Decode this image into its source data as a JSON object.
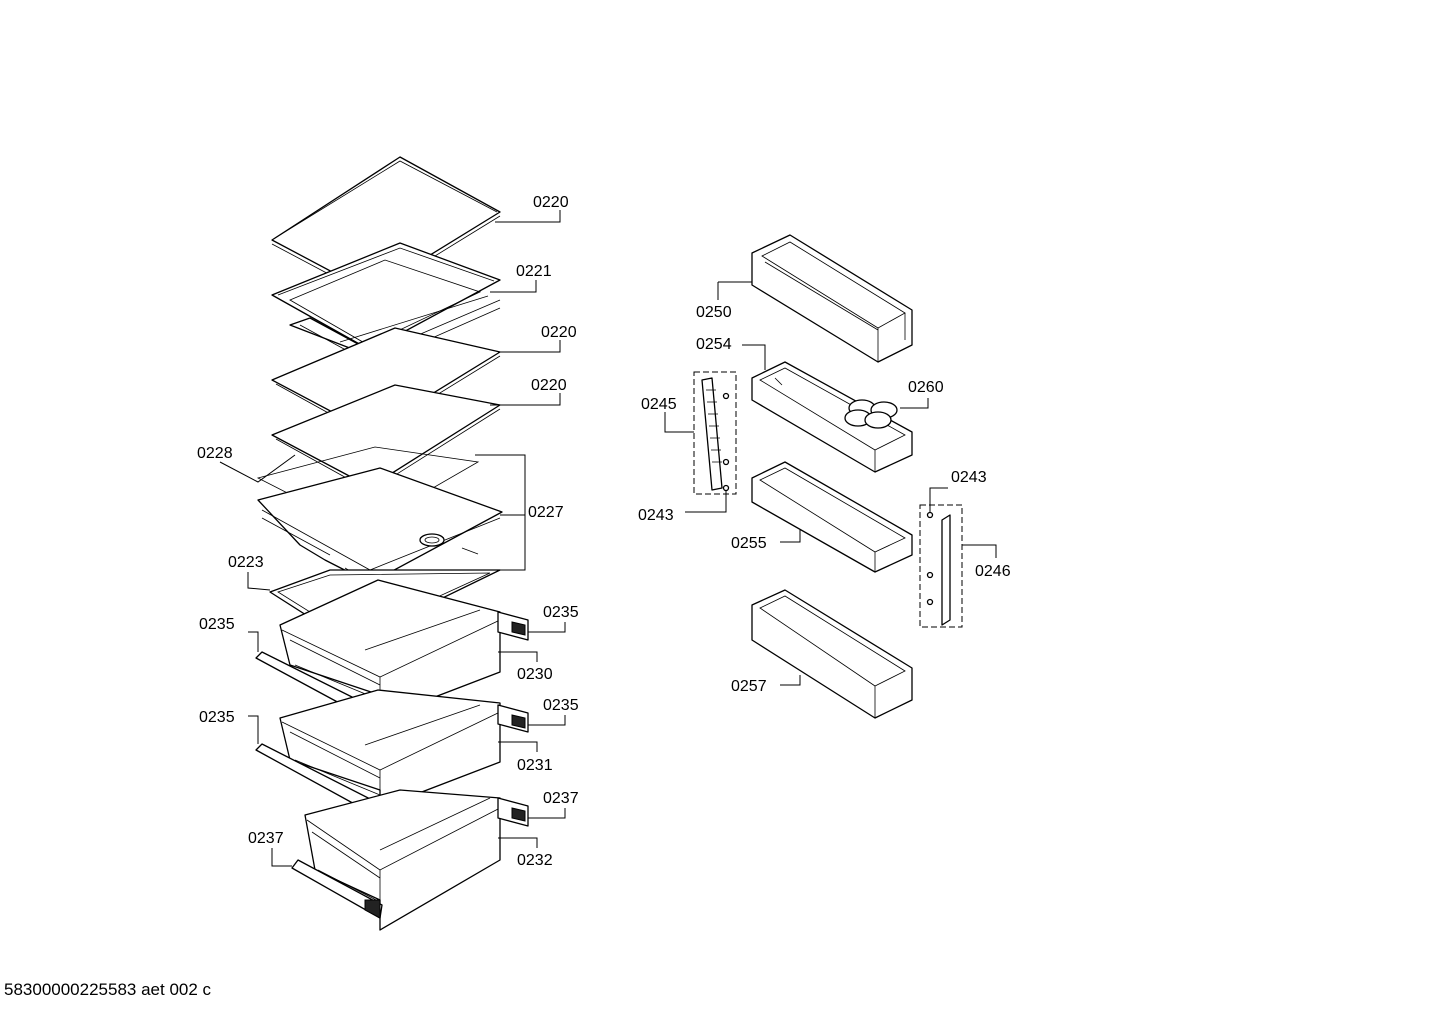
{
  "labels": {
    "l0220a": "0220",
    "l0221": "0221",
    "l0220b": "0220",
    "l0220c": "0220",
    "l0228": "0228",
    "l0227": "0227",
    "l0223": "0223",
    "l0235a": "0235",
    "l0235b": "0235",
    "l0230": "0230",
    "l0235c": "0235",
    "l0235d": "0235",
    "l0231": "0231",
    "l0237a": "0237",
    "l0237b": "0237",
    "l0232": "0232",
    "l0250": "0250",
    "l0254": "0254",
    "l0260": "0260",
    "l0245": "0245",
    "l0243a": "0243",
    "l0255": "0255",
    "l0243b": "0243",
    "l0246": "0246",
    "l0257": "0257"
  },
  "footer": {
    "code": "58300000225583 aet 002 c"
  }
}
